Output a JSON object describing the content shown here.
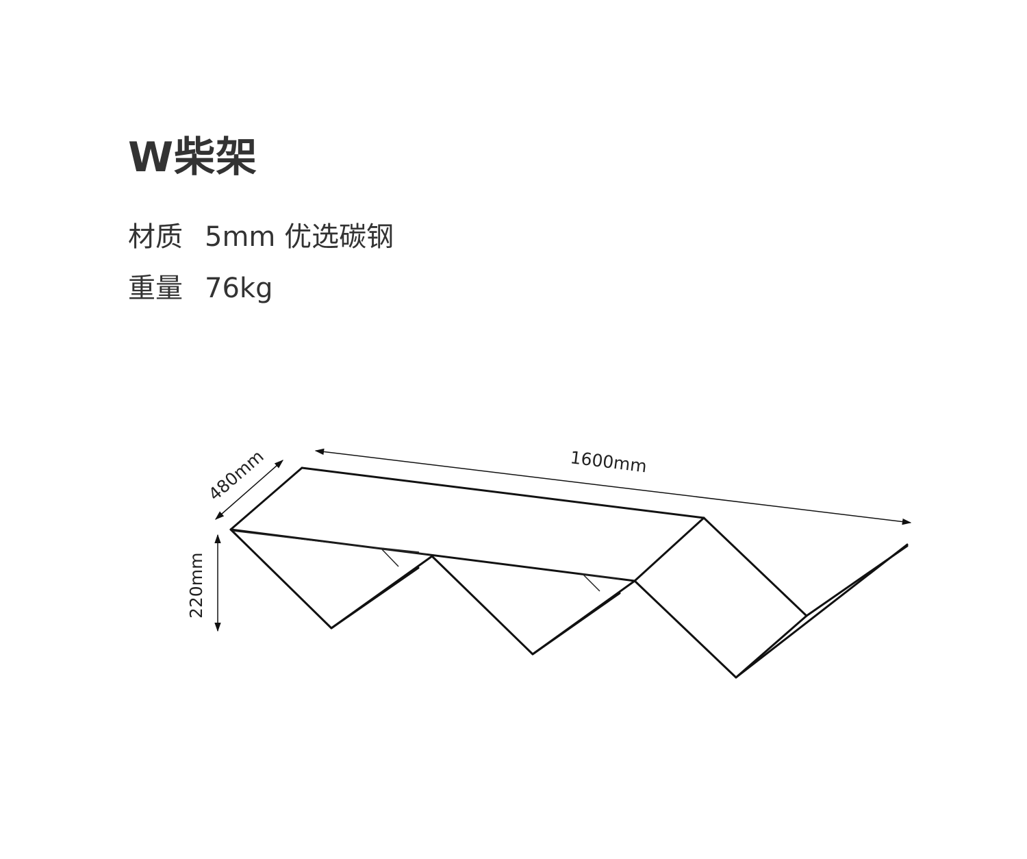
{
  "product": {
    "title": "W柴架"
  },
  "specs": [
    {
      "label": "材质",
      "value": "5mm 优选碳钢"
    },
    {
      "label": "重量",
      "value": "76kg"
    }
  ],
  "dimensions": {
    "length": "1600mm",
    "depth": "480mm",
    "height": "220mm"
  },
  "colors": {
    "text": "#333333",
    "line": "#111111",
    "background": "#ffffff"
  }
}
